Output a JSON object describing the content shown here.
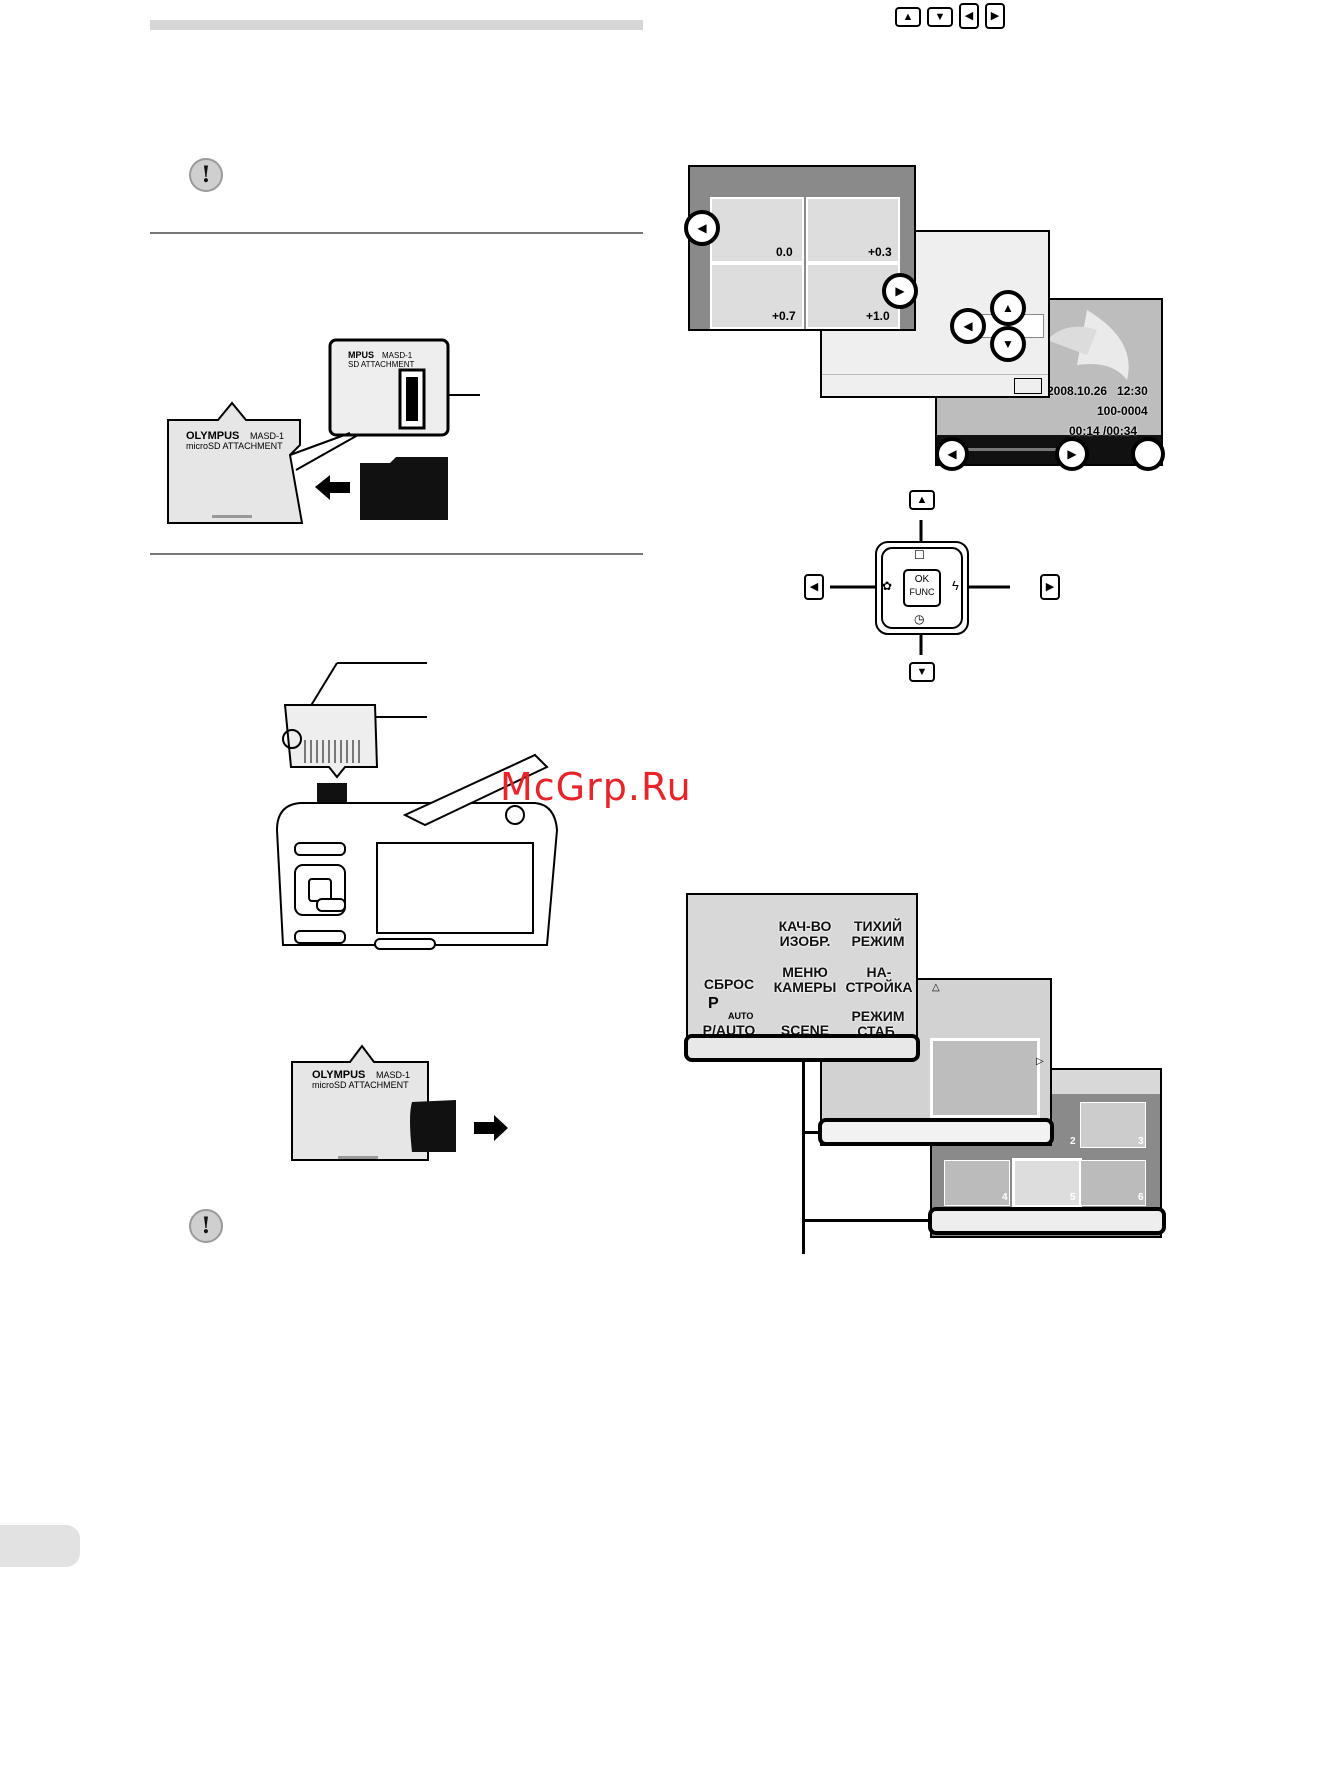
{
  "header_keys": [
    "▲",
    "▼",
    "◀",
    "▶"
  ],
  "warning_icon": "!",
  "adapter": {
    "brand": "OLYMPUS",
    "model": "MASD-1",
    "label": "microSD ATTACHMENT",
    "zoom_brand": "MPUS",
    "zoom_model": "MASD-1",
    "zoom_label": "SD ATTACHMENT"
  },
  "ev_screen": {
    "values": [
      "0.0",
      "+0.3",
      "+0.7",
      "+1.0"
    ]
  },
  "playback_screen": {
    "datetime": "2008.10.26   12:30",
    "file": "100-0004",
    "time": "00:14 /00:34"
  },
  "dpad": {
    "center_top": "OK",
    "center_bottom": "FUNC",
    "up_key": "▲",
    "down_key": "▼",
    "left_key": "◀",
    "right_key": "▶"
  },
  "watermark": "McGrp.Ru",
  "menu_screen": {
    "items": [
      {
        "label": "КАЧ-ВО\nИЗОБР."
      },
      {
        "label": "ТИХИЙ\nРЕЖИМ"
      },
      {
        "label": "СБРОС"
      },
      {
        "label": "МЕНЮ\nКАМЕРЫ"
      },
      {
        "label": "НА-\nСТРОЙКА"
      },
      {
        "label": "P/AUTO"
      },
      {
        "label": "SCENE"
      },
      {
        "label": "РЕЖИМ\nСТАБ."
      }
    ],
    "p_icon": "P",
    "auto_icon": "AUTO"
  },
  "index_screen": {
    "numbers": [
      "2",
      "3",
      "4",
      "5",
      "6"
    ]
  }
}
